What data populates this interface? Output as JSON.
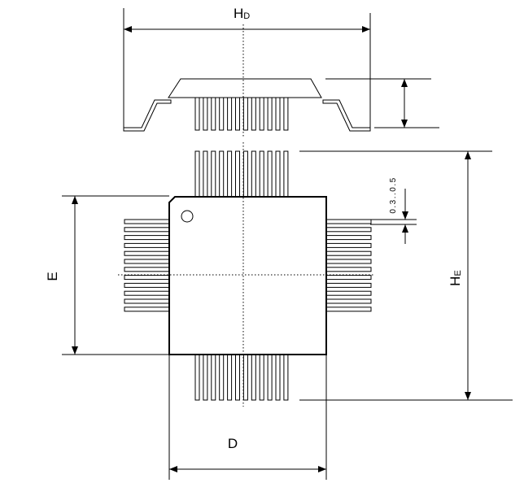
{
  "diagram": {
    "labels": {
      "hd": "H",
      "hd_sub": "D",
      "he": "H",
      "he_sub": "E",
      "e": "E",
      "d": "D",
      "pitch": "0.3..0.5"
    },
    "leads_per_side": 12,
    "pin1_marker": "pin-1-dot"
  }
}
